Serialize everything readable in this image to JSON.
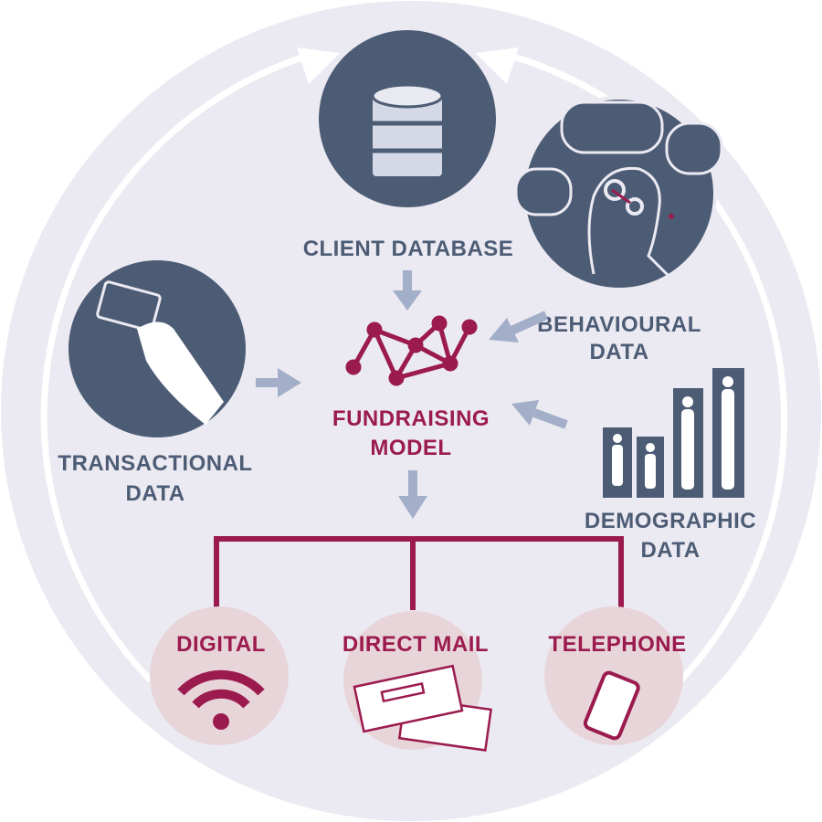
{
  "colors": {
    "background": "#ebeaf2",
    "primary": "#4d5c75",
    "accent": "#9b1b4e",
    "arrow": "#a3aec9",
    "channel_bg": "#e8d5d9"
  },
  "sources": {
    "client_database": {
      "label": "CLIENT DATABASE",
      "icon": "database-icon"
    },
    "behavioural": {
      "line1": "BEHAVIOURAL",
      "line2": "DATA",
      "icon": "head-gears-icon"
    },
    "transactional": {
      "line1": "TRANSACTIONAL",
      "line2": "DATA",
      "icon": "credit-card-hand-icon"
    },
    "demographic": {
      "line1": "DEMOGRAPHIC",
      "line2": "DATA",
      "icon": "people-bars-icon"
    }
  },
  "model": {
    "line1": "FUNDRAISING",
    "line2": "MODEL",
    "icon": "network-icon"
  },
  "channels": [
    {
      "label": "DIGITAL",
      "icon": "wifi-icon"
    },
    {
      "label": "DIRECT MAIL",
      "icon": "envelope-icon"
    },
    {
      "label": "TELEPHONE",
      "icon": "mobile-phone-icon"
    }
  ]
}
